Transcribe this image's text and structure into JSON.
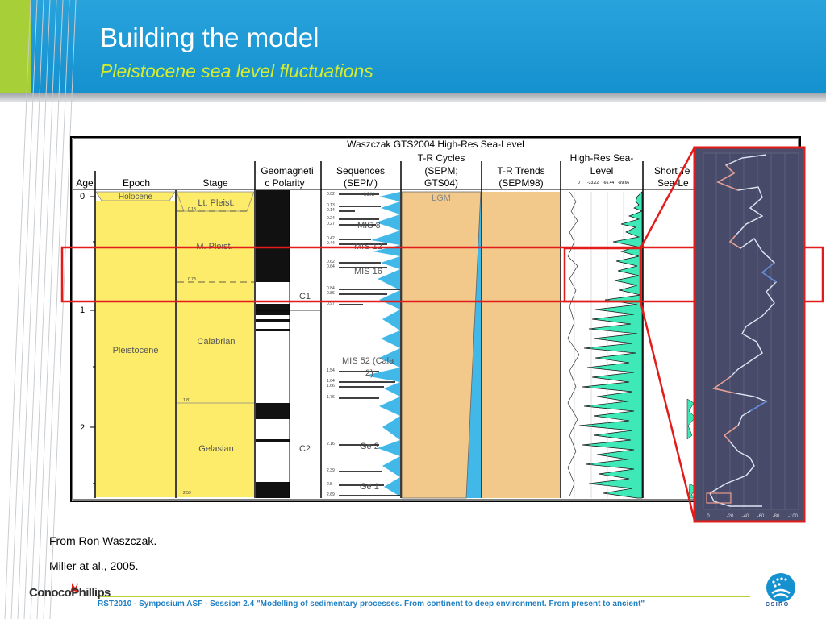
{
  "slide": {
    "title": "Building the model",
    "subtitle": "Pleistocene sea level fluctuations"
  },
  "figure": {
    "main_title": "Waszczak GTS2004 High-Res Sea-Level",
    "columns": {
      "age": "Age",
      "epoch": "Epoch",
      "stage": "Stage",
      "geomag_line1": "Geomagneti",
      "geomag_line2": "c Polarity",
      "seq_line1": "Sequences",
      "seq_line2": "(SEPM)",
      "tr_line1": "T-R Cycles",
      "tr_line2": "(SEPM;",
      "tr_line3": "GTS04)",
      "trend_line1": "T-R Trends",
      "trend_line2": "(SEPM98)",
      "hires_line1": "High-Res Sea-",
      "hires_line2": "Level",
      "short_line1": "Short Te",
      "short_line2": "Sea-Le"
    },
    "hires_scale": [
      "0",
      "-33.22",
      "-66.44",
      "-99.66"
    ],
    "age_ticks": [
      "0",
      "1",
      "2"
    ],
    "epochs": {
      "holocene": "Holocene",
      "pleistocene": "Pleistocene"
    },
    "stages": {
      "lt_pleist": "Lt. Pleist.",
      "m_pleist": "M. Pleist.",
      "calabrian": "Calabrian",
      "gelasian": "Gelasian",
      "age_013": "0.13",
      "age_078": "0.78",
      "age_181": "1.81",
      "age_259": "2.59"
    },
    "polarity": {
      "c1": "C1",
      "c2": "C2"
    },
    "sequences": {
      "lgm": "LGM",
      "mis8": "MIS 8",
      "mis12": "MIS 12",
      "mis16": "MIS 16",
      "mis52_line1": "MIS 52 (Cala",
      "mis52_line2": "2)",
      "ge2": "Ge 2",
      "ge1": "Ge 1",
      "ages": [
        "0.02",
        "0.13",
        "0.14",
        "0.24",
        "0.27",
        "0.42",
        "0.44",
        "0.62",
        "0.64",
        "0.84",
        "0.86",
        "0.97",
        "1.54",
        "1.64",
        "1.66",
        "1.76",
        "2.16",
        "2.39",
        "2.5",
        "2.69"
      ]
    },
    "tr_cycles": {
      "lgm": "LGM"
    },
    "inset": {
      "axis_labels": [
        "0",
        "-20",
        "-40",
        "-60",
        "-80",
        "-100"
      ]
    }
  },
  "captions": {
    "line1": "From Ron Waszczak.",
    "line2": "Miller at al., 2005."
  },
  "footer": {
    "text": "RST2010 - Symposium ASF - Session 2.4 \"Modelling of sedimentary processes. From continent to deep environment. From present to ancient\"",
    "left_logo": "ConocoPhillips",
    "right_logo": "CSIRO"
  },
  "colors": {
    "header_blue": "#1591cf",
    "subtitle_yellow": "#d6ec2c",
    "epoch_yellow": "#fcec6a",
    "tr_tan": "#f2c98a",
    "seq_blue": "#41b8e8",
    "hires_green": "#3fe8b7",
    "inset_bg": "#4a4e6a",
    "highlight_red": "#e21b1b",
    "footer_blue": "#1e7fc2"
  }
}
